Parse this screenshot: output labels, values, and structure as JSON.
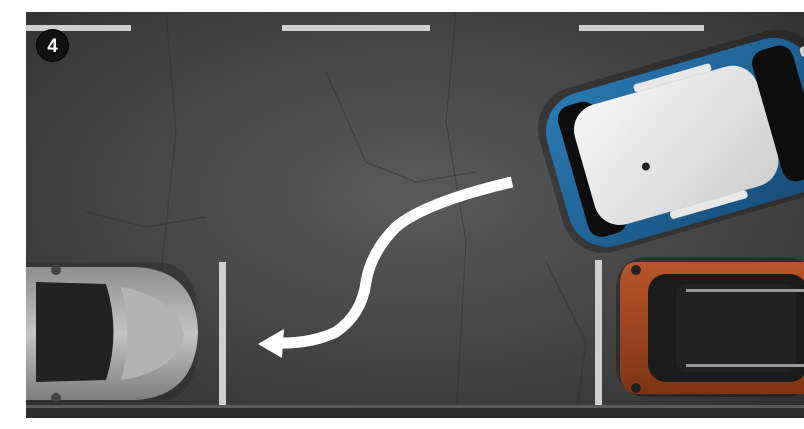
{
  "step": {
    "number": "4"
  },
  "scene": {
    "asphalt_color": "#424242",
    "curb_color": "#2b2b2b",
    "marking_color": "#cfcfcf",
    "arrow_color": "#ffffff",
    "cars": [
      {
        "name": "parked-left-car",
        "color": "#a5a5a5"
      },
      {
        "name": "maneuvering-car",
        "color": "#1f5f8f",
        "roof_color": "#e9e9e9"
      },
      {
        "name": "parked-right-car",
        "color": "#a0461e",
        "roof_color": "#1b1b1b"
      }
    ]
  }
}
